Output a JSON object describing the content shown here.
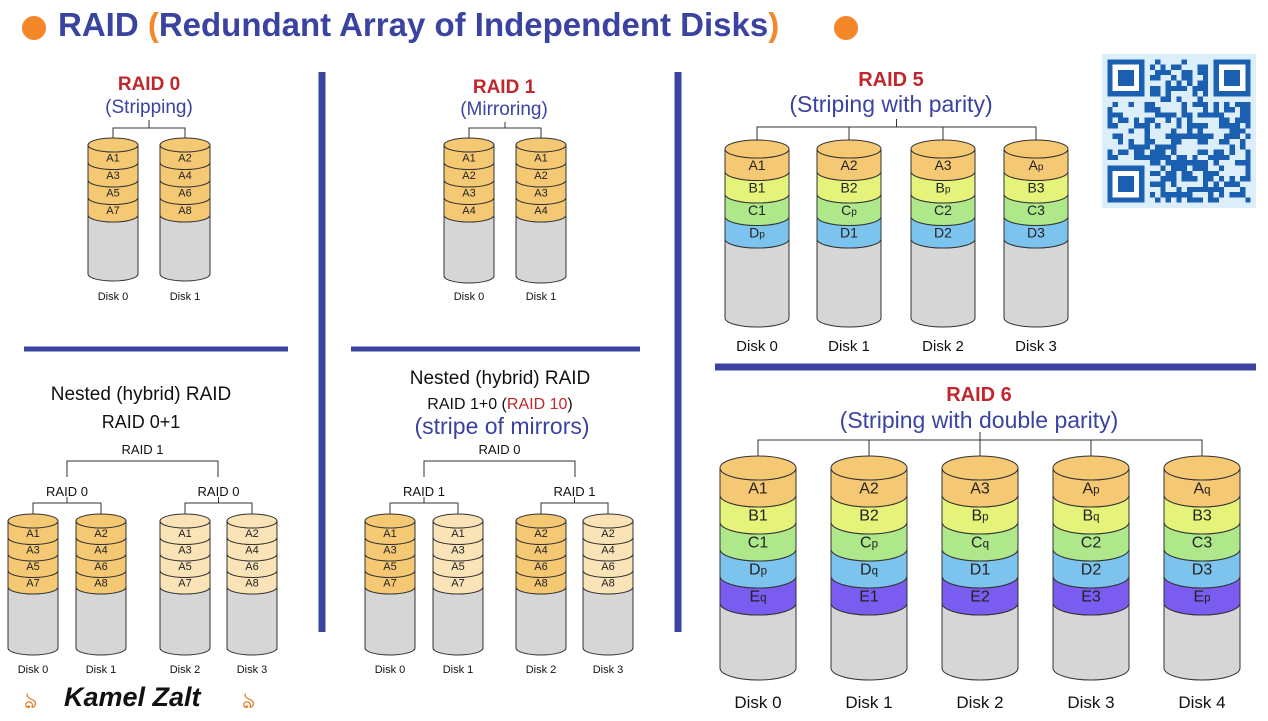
{
  "header": {
    "title_main": "RAID",
    "title_paren_open": "(",
    "title_inner": "Redundant Array of Independent Disks",
    "title_paren_close": ")"
  },
  "footer": {
    "brand": "Kamel Zalt",
    "ornament_left": "ঌ",
    "ornament_right": "ঌ"
  },
  "colors": {
    "title_blue": "#3a44a0",
    "accent_orange": "#f4872a",
    "raid_red": "#c0272d",
    "stripe_yellow": "#f5c873",
    "stripe_pale": "#fbe3b8",
    "parity_lime": "#e5f37a",
    "parity_green": "#aee88a",
    "parity_blue": "#7cc4ee",
    "parity_violet": "#7b5cf0",
    "disk_gray": "#d6d6d6"
  },
  "raid0": {
    "title": "RAID 0",
    "subtitle": "(Stripping)",
    "disks": [
      {
        "label": "Disk 0",
        "blocks": [
          "A1",
          "A3",
          "A5",
          "A7"
        ]
      },
      {
        "label": "Disk 1",
        "blocks": [
          "A2",
          "A4",
          "A6",
          "A8"
        ]
      }
    ]
  },
  "raid1": {
    "title": "RAID 1",
    "subtitle": "(Mirroring)",
    "disks": [
      {
        "label": "Disk 0",
        "blocks": [
          "A1",
          "A2",
          "A3",
          "A4"
        ]
      },
      {
        "label": "Disk 1",
        "blocks": [
          "A1",
          "A2",
          "A3",
          "A4"
        ]
      }
    ]
  },
  "raid5": {
    "title": "RAID 5",
    "subtitle": "(Striping with parity)",
    "disks": [
      {
        "label": "Disk 0",
        "blocks": [
          [
            "A1",
            ""
          ],
          [
            "B1",
            ""
          ],
          [
            "C1",
            ""
          ],
          [
            "D",
            "p"
          ]
        ]
      },
      {
        "label": "Disk 1",
        "blocks": [
          [
            "A2",
            ""
          ],
          [
            "B2",
            ""
          ],
          [
            "C",
            "p"
          ],
          [
            "D1",
            ""
          ]
        ]
      },
      {
        "label": "Disk 2",
        "blocks": [
          [
            "A3",
            ""
          ],
          [
            "B",
            "p"
          ],
          [
            "C2",
            ""
          ],
          [
            "D2",
            ""
          ]
        ]
      },
      {
        "label": "Disk 3",
        "blocks": [
          [
            "A",
            "p"
          ],
          [
            "B3",
            ""
          ],
          [
            "C3",
            ""
          ],
          [
            "D3",
            ""
          ]
        ]
      }
    ]
  },
  "raid6": {
    "title": "RAID 6",
    "subtitle": "(Striping with double parity)",
    "disks": [
      {
        "label": "Disk 0",
        "blocks": [
          [
            "A1",
            ""
          ],
          [
            "B1",
            ""
          ],
          [
            "C1",
            ""
          ],
          [
            "D",
            "p"
          ],
          [
            "E",
            "q"
          ]
        ]
      },
      {
        "label": "Disk 1",
        "blocks": [
          [
            "A2",
            ""
          ],
          [
            "B2",
            ""
          ],
          [
            "C",
            "p"
          ],
          [
            "D",
            "q"
          ],
          [
            "E1",
            ""
          ]
        ]
      },
      {
        "label": "Disk 2",
        "blocks": [
          [
            "A3",
            ""
          ],
          [
            "B",
            "p"
          ],
          [
            "C",
            "q"
          ],
          [
            "D1",
            ""
          ],
          [
            "E2",
            ""
          ]
        ]
      },
      {
        "label": "Disk 3",
        "blocks": [
          [
            "A",
            "p"
          ],
          [
            "B",
            "q"
          ],
          [
            "C2",
            ""
          ],
          [
            "D2",
            ""
          ],
          [
            "E3",
            ""
          ]
        ]
      },
      {
        "label": "Disk 4",
        "blocks": [
          [
            "A",
            "q"
          ],
          [
            "B3",
            ""
          ],
          [
            "C3",
            ""
          ],
          [
            "D3",
            ""
          ],
          [
            "E",
            "p"
          ]
        ]
      }
    ]
  },
  "raid01": {
    "heading": "Nested (hybrid) RAID",
    "subheading": "RAID 0+1",
    "top_label": "RAID 1",
    "group_labels": [
      "RAID 0",
      "RAID 0"
    ],
    "disks": [
      {
        "label": "Disk 0",
        "blocks": [
          "A1",
          "A3",
          "A5",
          "A7"
        ]
      },
      {
        "label": "Disk 1",
        "blocks": [
          "A2",
          "A4",
          "A6",
          "A8"
        ]
      },
      {
        "label": "Disk 2",
        "blocks": [
          "A1",
          "A3",
          "A5",
          "A7"
        ]
      },
      {
        "label": "Disk 3",
        "blocks": [
          "A2",
          "A4",
          "A6",
          "A8"
        ]
      }
    ]
  },
  "raid10": {
    "heading": "Nested (hybrid) RAID",
    "subheading_prefix": "RAID 1+0 (",
    "subheading_red": "RAID 10",
    "subheading_suffix": ")",
    "subtitle": "(stripe of mirrors)",
    "top_label": "RAID 0",
    "group_labels": [
      "RAID 1",
      "RAID 1"
    ],
    "disks": [
      {
        "label": "Disk 0",
        "blocks": [
          "A1",
          "A3",
          "A5",
          "A7"
        ]
      },
      {
        "label": "Disk 1",
        "blocks": [
          "A1",
          "A3",
          "A5",
          "A7"
        ]
      },
      {
        "label": "Disk 2",
        "blocks": [
          "A2",
          "A4",
          "A6",
          "A8"
        ]
      },
      {
        "label": "Disk 3",
        "blocks": [
          "A2",
          "A4",
          "A6",
          "A8"
        ]
      }
    ]
  }
}
